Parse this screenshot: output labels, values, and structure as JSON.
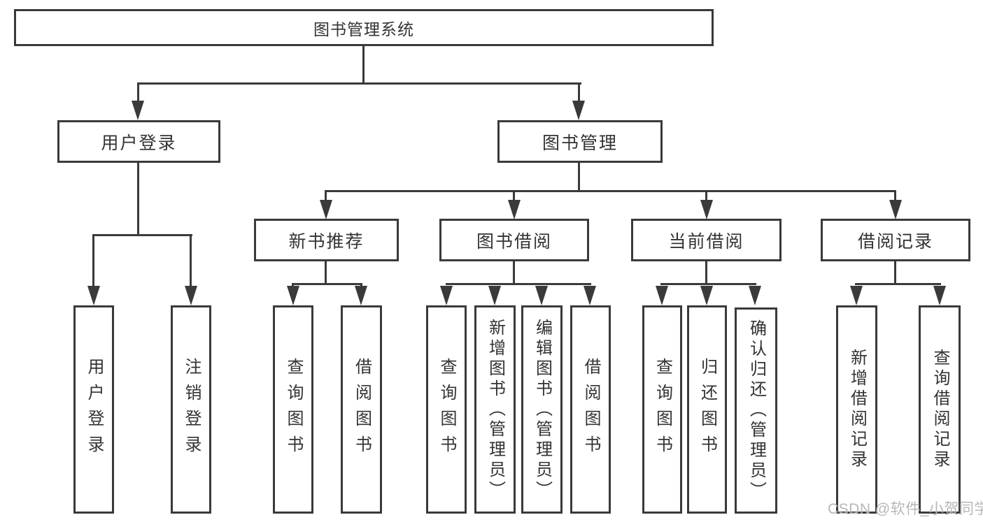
{
  "diagram_title": "图书管理系统",
  "tree": {
    "label": "图书管理系统",
    "children": [
      {
        "label": "用户登录",
        "children": [
          {
            "label": "用户登录"
          },
          {
            "label": "注销登录"
          }
        ]
      },
      {
        "label": "图书管理",
        "children": [
          {
            "label": "新书推荐",
            "children": [
              {
                "label": "查询图书"
              },
              {
                "label": "借阅图书"
              }
            ]
          },
          {
            "label": "图书借阅",
            "children": [
              {
                "label": "查询图书"
              },
              {
                "label": "新增图书（管理员）"
              },
              {
                "label": "编辑图书（管理员）"
              },
              {
                "label": "借阅图书"
              }
            ]
          },
          {
            "label": "当前借阅",
            "children": [
              {
                "label": "查询图书"
              },
              {
                "label": "归还图书"
              },
              {
                "label": "确认归还（管理员）"
              }
            ]
          },
          {
            "label": "借阅记录",
            "children": [
              {
                "label": "新增借阅记录"
              },
              {
                "label": "查询借阅记录"
              }
            ]
          }
        ]
      }
    ]
  },
  "watermark": "CSDN @软件_小贺同学",
  "colors": {
    "line": "#3a3a3a",
    "text": "#333333",
    "watermark_color": "#b0b0b0",
    "background": "#ffffff"
  }
}
